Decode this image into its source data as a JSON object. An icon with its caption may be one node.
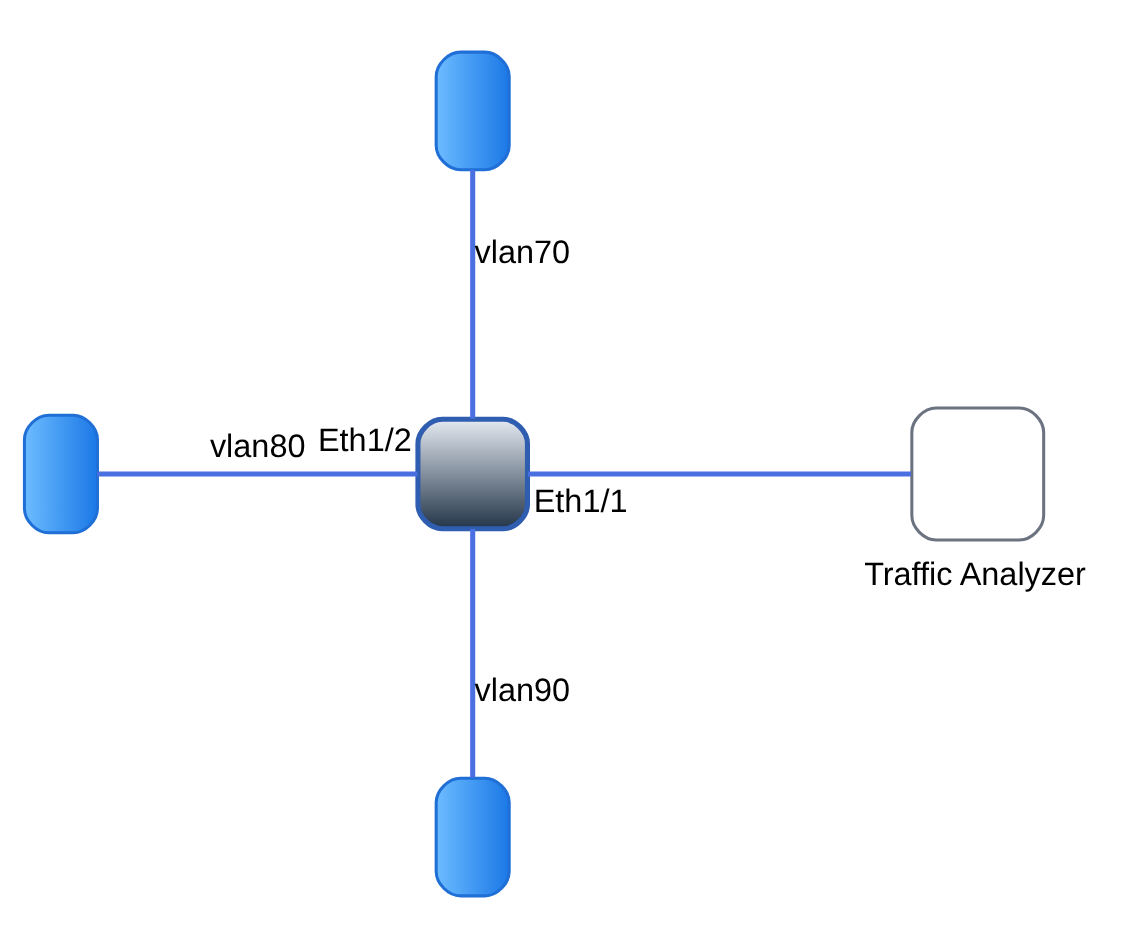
{
  "diagram": {
    "nodes": [
      {
        "text": [],
        "shape": "server"
      },
      {
        "text": [],
        "shape": "server"
      },
      {
        "text": [],
        "shape": "switch"
      },
      {
        "text": [
          "Traffic Analyzer"
        ]
      },
      {
        "text": [],
        "shape": "server"
      }
    ],
    "edges": [
      {
        "from": 0,
        "to": 2,
        "arrow": "none",
        "label": "vlan70"
      },
      {
        "from": 1,
        "to": 2,
        "arrow": "none",
        "label": "vlan80"
      },
      {
        "from": 2,
        "to": 3,
        "arrow": "none"
      },
      {
        "from": 2,
        "to": 4,
        "arrow": "none",
        "label": "vlan90"
      }
    ],
    "labels": [
      "Eth1/2",
      "Eth1/1"
    ]
  }
}
